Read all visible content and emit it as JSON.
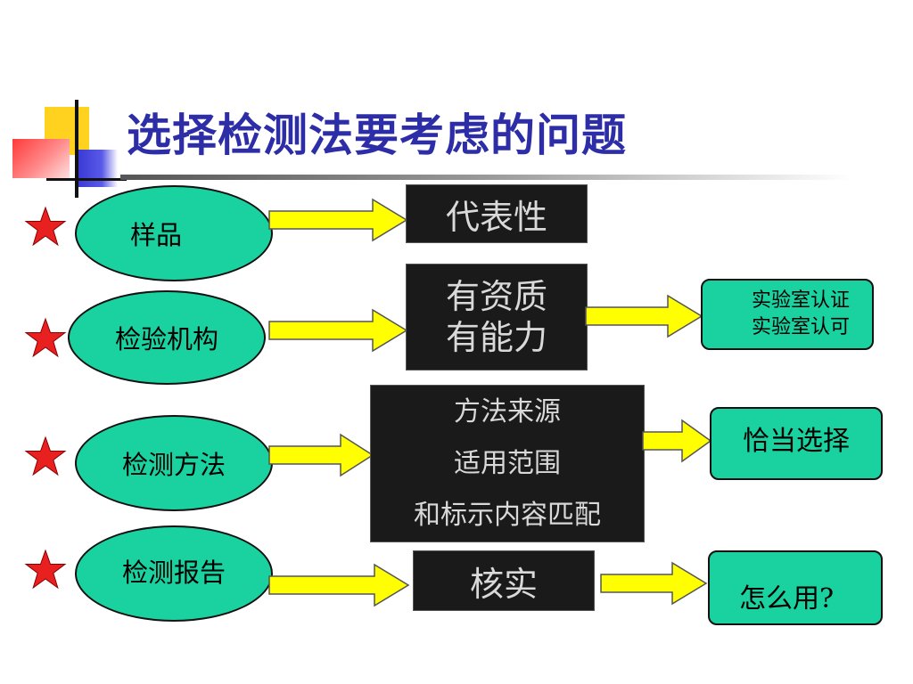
{
  "title": "选择检测法要考虑的问题",
  "colors": {
    "title": "#2d2da8",
    "ellipse": "#1ad2a0",
    "arrow": "#ffff00",
    "star": "#e82020",
    "blackbox": "#1a1a1a"
  },
  "rows": [
    {
      "label": "样品",
      "middle": [
        "代表性"
      ]
    },
    {
      "label": "检验机构",
      "middle": [
        "有资质",
        "有能力"
      ],
      "result": [
        "实验室认证",
        "实验室认可"
      ]
    },
    {
      "label": "检测方法",
      "middle": [
        "方法来源",
        "适用范围",
        "和标示内容匹配"
      ],
      "result": [
        "恰当选择"
      ]
    },
    {
      "label": "检测报告",
      "middle": [
        "核实"
      ],
      "result": [
        "怎么用?"
      ]
    }
  ]
}
